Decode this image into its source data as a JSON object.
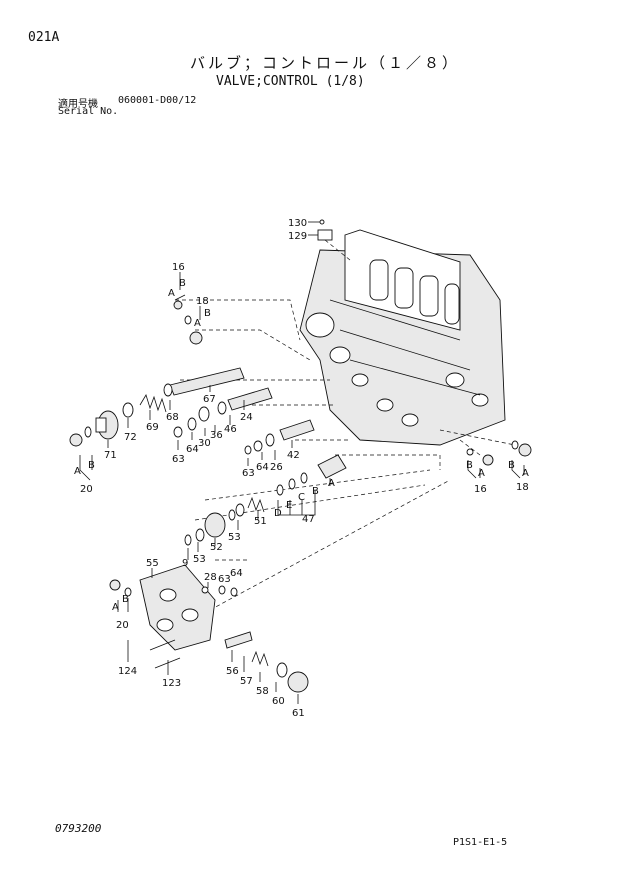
{
  "header": {
    "page_code": "021A",
    "title_jp": "バルブ；コントロール（１／８）",
    "title_en": "VALVE;CONTROL (1/8)",
    "serial_label_jp": "適用号機",
    "serial_label_en": "Serial No.",
    "serial_range": "060001-D00/12"
  },
  "footer": {
    "left_code": "0793200",
    "right_code": "P1S1-E1-5"
  },
  "callouts": {
    "c130": "130",
    "c129": "129",
    "c16a": "16",
    "c18a": "18",
    "c16b": "16",
    "c18b": "18",
    "c67": "67",
    "c68": "68",
    "c69": "69",
    "c72": "72",
    "c71": "71",
    "c20a": "20",
    "c20b": "20",
    "c24": "24",
    "c46": "46",
    "c36": "36",
    "c30": "30",
    "c64a": "64",
    "c63a": "63",
    "c42": "42",
    "c26": "26",
    "c64b": "64",
    "c63b": "63",
    "c47": "47",
    "c51": "51",
    "c53a": "53",
    "c52": "52",
    "c53b": "53",
    "c9": "9",
    "c55": "55",
    "c28": "28",
    "c63c": "63",
    "c64c": "64",
    "c124": "124",
    "c123": "123",
    "c56": "56",
    "c57": "57",
    "c58": "58",
    "c60": "60",
    "c61": "61"
  },
  "letters": {
    "A": "A",
    "B": "B",
    "C": "C",
    "D": "D",
    "E": "E"
  }
}
